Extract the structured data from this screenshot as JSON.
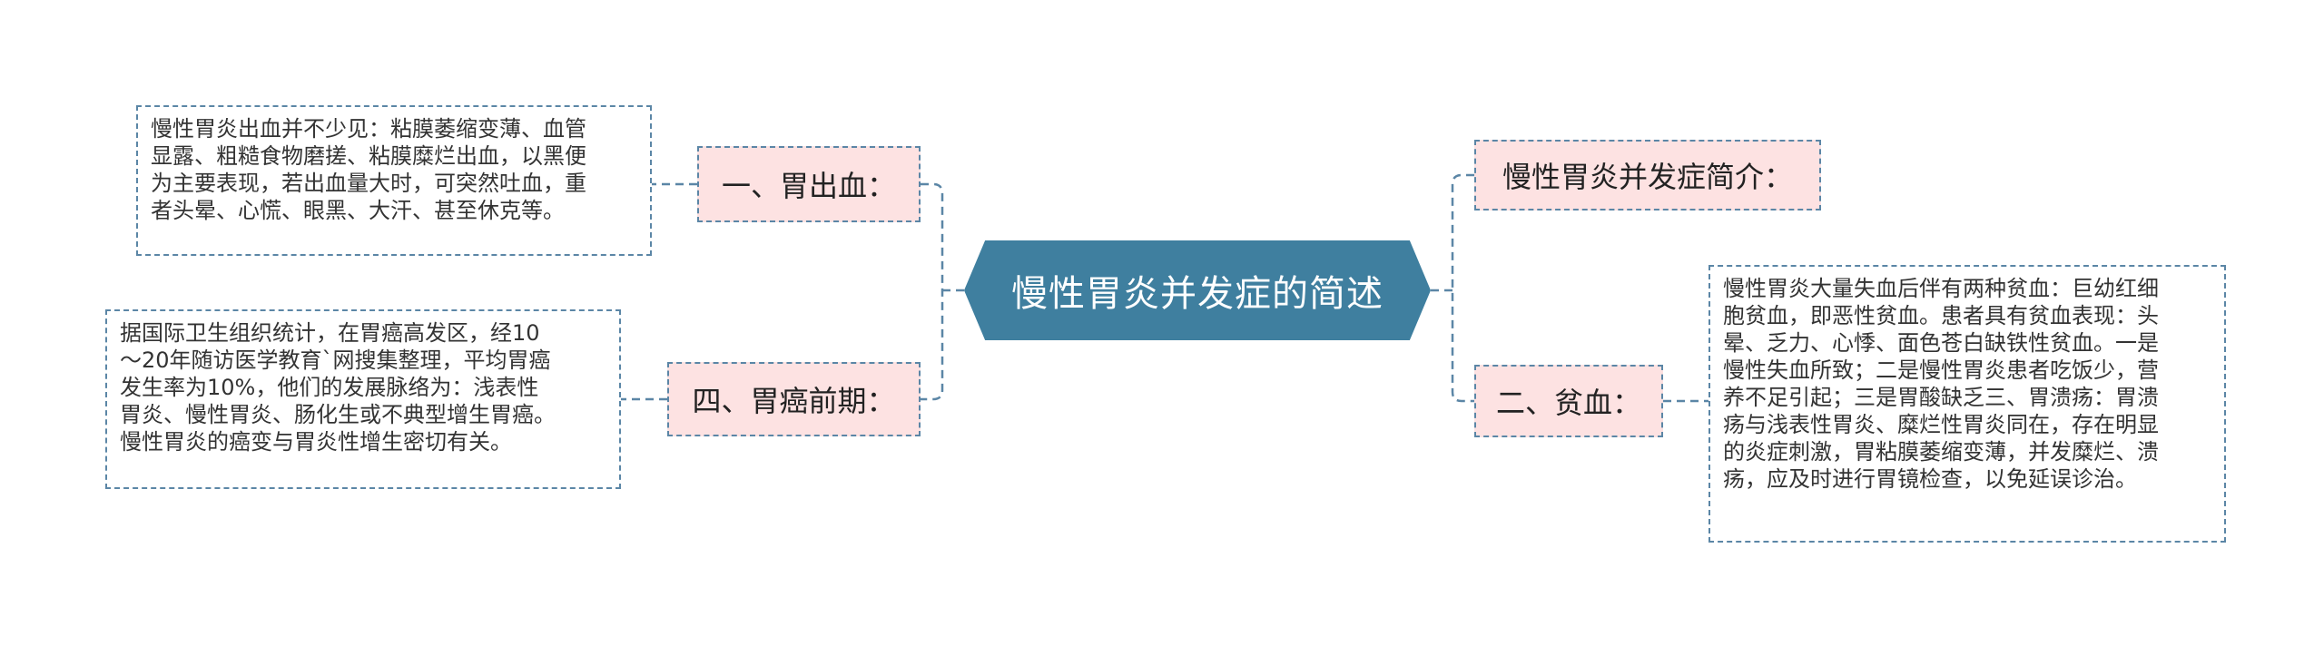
{
  "central": {
    "title": "慢性胃炎并发症的简述"
  },
  "topics": {
    "bleeding": "一、胃出血：",
    "cancer": "四、胃癌前期：",
    "intro": "慢性胃炎并发症简介：",
    "anemia": "二、贫血："
  },
  "details": {
    "bleeding": [
      "慢性胃炎出血并不少见：粘膜萎缩变薄、血管",
      "显露、粗糙食物磨搓、粘膜糜烂出血，以黑便",
      "为主要表现，若出血量大时，可突然吐血，重",
      "者头晕、心慌、眼黑、大汗、甚至休克等。"
    ],
    "cancer": [
      "据国际卫生组织统计，在胃癌高发区，经10",
      "～20年随访医学教育`网搜集整理，平均胃癌",
      "发生率为10%，他们的发展脉络为：浅表性",
      "胃炎、慢性胃炎、肠化生或不典型增生胃癌。",
      "慢性胃炎的癌变与胃炎性增生密切有关。"
    ],
    "anemia": [
      "慢性胃炎大量失血后伴有两种贫血：巨幼红细",
      "胞贫血，即恶性贫血。患者具有贫血表现：头",
      "晕、乏力、心悸、面色苍白缺铁性贫血。一是",
      "慢性失血所致；二是慢性胃炎患者吃饭少，营",
      "养不足引起；三是胃酸缺乏三、胃溃疡：胃溃",
      "疡与浅表性胃炎、糜烂性胃炎同在，存在明显",
      "的炎症刺激，胃粘膜萎缩变薄，并发糜烂、溃",
      "疡，应及时进行胃镜检查，以免延误诊治。"
    ]
  },
  "colors": {
    "central_fill": "#3f7f9f",
    "topic_fill": "#fde2e2",
    "border": "#5b86a6",
    "connector": "#5b86a6"
  }
}
